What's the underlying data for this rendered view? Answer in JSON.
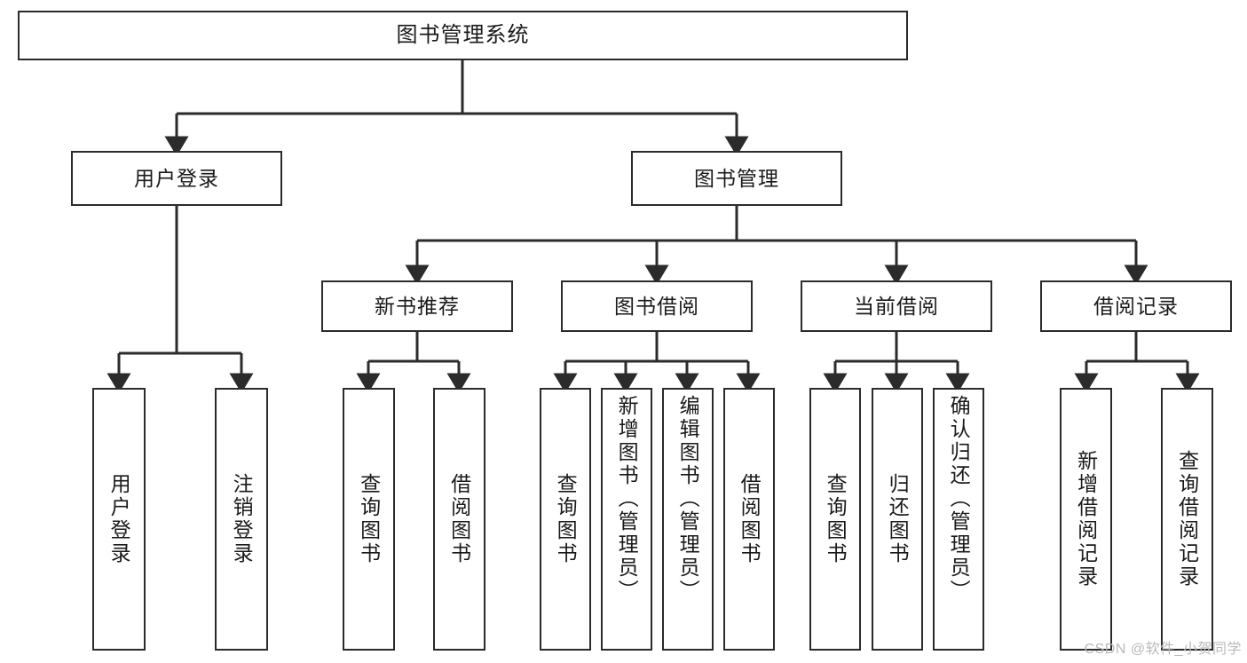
{
  "diagram": {
    "title": "图书管理系统",
    "type": "hierarchy-tree",
    "root": {
      "label": "图书管理系统"
    },
    "level2": [
      {
        "label": "用户登录"
      },
      {
        "label": "图书管理"
      }
    ],
    "level3": [
      {
        "label": "新书推荐"
      },
      {
        "label": "图书借阅"
      },
      {
        "label": "当前借阅"
      },
      {
        "label": "借阅记录"
      }
    ],
    "leaves": {
      "user_login": [
        {
          "label": "用户登录"
        },
        {
          "label": "注销登录"
        }
      ],
      "new_book_recommend": [
        {
          "label": "查询图书"
        },
        {
          "label": "借阅图书"
        }
      ],
      "book_borrow": [
        {
          "label": "查询图书"
        },
        {
          "label": "新增图书（管理员）"
        },
        {
          "label": "编辑图书（管理员）"
        },
        {
          "label": "借阅图书"
        }
      ],
      "current_borrow": [
        {
          "label": "查询图书"
        },
        {
          "label": "归还图书"
        },
        {
          "label": "确认归还（管理员）"
        }
      ],
      "borrow_record": [
        {
          "label": "新增借阅记录"
        },
        {
          "label": "查询借阅记录"
        }
      ]
    },
    "colors": {
      "stroke": "#2b2b2b",
      "fill": "#ffffff",
      "text": "#1a1a1a",
      "watermark": "#b9b9b9"
    }
  },
  "watermark": {
    "text": "CSDN @软件_小贺同学"
  }
}
